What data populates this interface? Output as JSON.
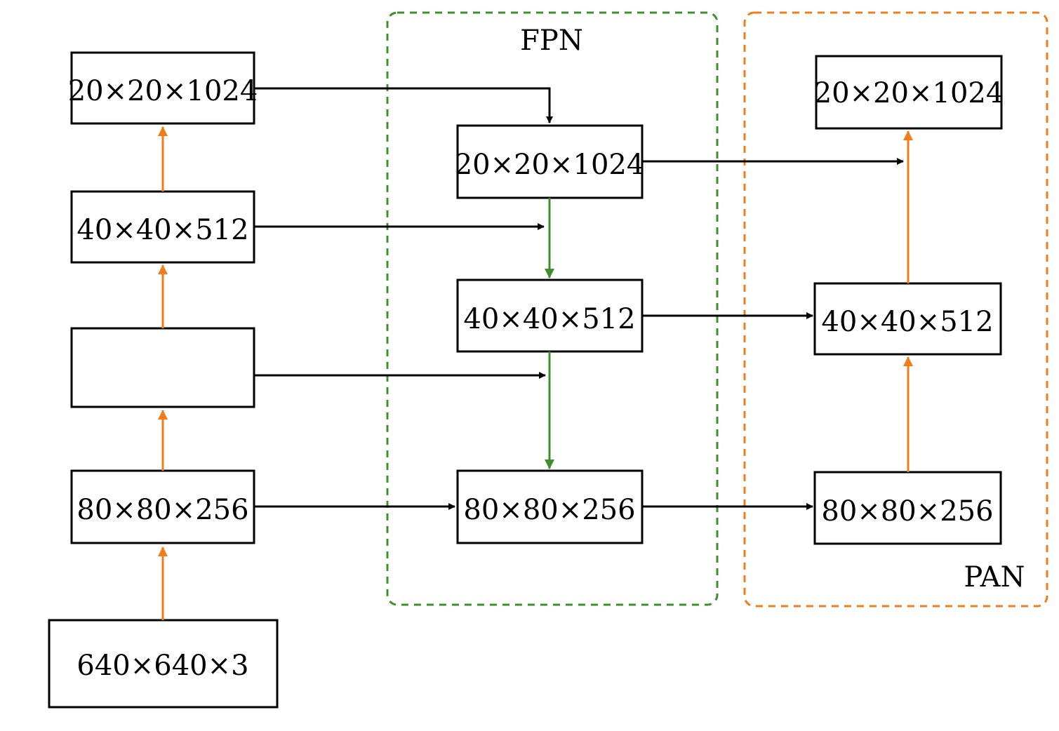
{
  "regions": {
    "fpn": {
      "label": "FPN",
      "color": "#3f8f2f"
    },
    "pan": {
      "label": "PAN",
      "color": "#f07d1a"
    }
  },
  "boxes": {
    "backbone_20": "20×20×1024",
    "backbone_40": "40×40×512",
    "backbone_blank": "",
    "backbone_80": "80×80×256",
    "input": "640×640×3",
    "fpn_20": "20×20×1024",
    "fpn_40": "40×40×512",
    "fpn_80": "80×80×256",
    "pan_20": "20×20×1024",
    "pan_40": "40×40×512",
    "pan_80": "80×80×256"
  },
  "colors": {
    "lateral_arrow": "#000000",
    "upward_arrow": "#f07d1a",
    "downward_arrow": "#3f8f2f",
    "box_border": "#000000"
  }
}
